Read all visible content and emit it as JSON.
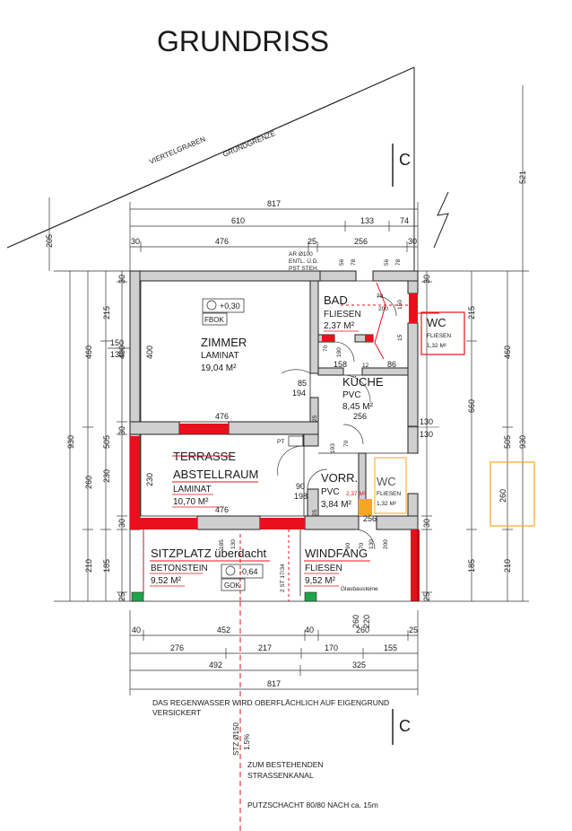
{
  "title": "GRUNDRISS",
  "labels": {
    "viertelgraben": "VIERTELGRABEN",
    "grundgrenze": "GRUNDGRENZE",
    "ar": "AR Ø100",
    "entl": "ENTL. Ü.D.",
    "pst": "PST STEH.",
    "fbok": "FBOK",
    "fbok_level": "+0,30",
    "gok": "GOK",
    "gok_level": "-0,64",
    "pt": "PT",
    "glasbausteine": "Glasbausteine",
    "stz": "STZ Ø150",
    "slope": "1,5%",
    "stair": "2 ST 17/34",
    "note1": "DAS REGENWASSER WIRD OBERFLÄCHLICH AUF EIGENGRUND",
    "note2": "VERSICKERT",
    "kanal1": "ZUM BESTEHENDEN",
    "kanal2": "STRASSENKANAL",
    "putz": "PUTZSCHACHT 80/80 NACH ca. 15m",
    "section_mark": "C"
  },
  "rooms": {
    "zimmer": {
      "name": "ZIMMER",
      "floor": "LAMINAT",
      "area": "19,04 M²"
    },
    "bad": {
      "name": "BAD",
      "floor": "FLIESEN",
      "area": "2,37 M²"
    },
    "wc": {
      "name": "WC",
      "floor": "FLIESEN",
      "area": "1,32 M²"
    },
    "kueche": {
      "name": "KÜCHE",
      "floor": "PVC",
      "area": "8,45 M²"
    },
    "terrasse": {
      "name": "TERRASSE"
    },
    "abstellraum": {
      "name": "ABSTELLRAUM",
      "floor": "LAMINAT",
      "area": "10,70 M²"
    },
    "vorr": {
      "name": "VORR.",
      "floor": "PVC",
      "area": "3,84 M²"
    },
    "wc_old": {
      "name": "WC",
      "floor": "FLIESEN",
      "area": "1,32 M²",
      "old_area": "2,37 M²"
    },
    "sitzplatz": {
      "name": "SITZPLATZ überdacht",
      "floor": "BETONSTEIN",
      "area": "9,52 M²"
    },
    "windfang": {
      "name": "WINDFANG",
      "floor": "FLIESEN",
      "area": "9,52 M²"
    }
  },
  "dims_top": {
    "r1": "817",
    "r2": [
      "610",
      "133",
      "74"
    ],
    "r3": [
      "30",
      "476",
      "25",
      "256",
      "30"
    ]
  },
  "dims_bottom": {
    "r1": [
      "40",
      "452",
      "40",
      "260",
      "25"
    ],
    "r2": [
      "276",
      "217",
      "170",
      "155"
    ],
    "r3": [
      "492",
      "325"
    ],
    "r4": "817"
  },
  "dims_left": {
    "outer": "930",
    "mid": [
      "460",
      "260",
      "210"
    ],
    "inner": [
      "215",
      "505",
      "230",
      "185"
    ],
    "small": [
      "30",
      "400",
      "30",
      "30",
      "25"
    ],
    "w150": "150",
    "w130": "130",
    "top205": "205"
  },
  "dims_right": {
    "outer": "930",
    "mid": [
      "460",
      "505",
      "210"
    ],
    "inner": [
      "215",
      "660",
      "185"
    ],
    "small": [
      "30",
      "30",
      "25"
    ],
    "d521": "521",
    "ext260": "260"
  },
  "dims_inner": {
    "zimmer_width": "476",
    "zimmer_height": "400",
    "door85": "85",
    "door194": "194",
    "door90a": "90",
    "door198": "198",
    "abst_width": "476",
    "abst_h": "230",
    "kueche_w": "256",
    "d56a": "56",
    "d78a": "78",
    "d56b": "56",
    "d78b": "78",
    "d70": "70",
    "d200": "200",
    "d150": "150",
    "d15": "15",
    "d70b": "70",
    "d190": "190",
    "d158": "158",
    "d12": "12",
    "d86": "86",
    "d130a": "130",
    "d130b": "130",
    "d193": "193",
    "d70c": "70",
    "d25a": "25",
    "d25b": "25",
    "d256b": "256",
    "d90b": "90",
    "d70d": "70",
    "d130c": "130",
    "d200b": "200",
    "d185": "185",
    "d130d": "130",
    "d260": "260",
    "d220": "220",
    "d90c": "90",
    "d476c": "476"
  }
}
